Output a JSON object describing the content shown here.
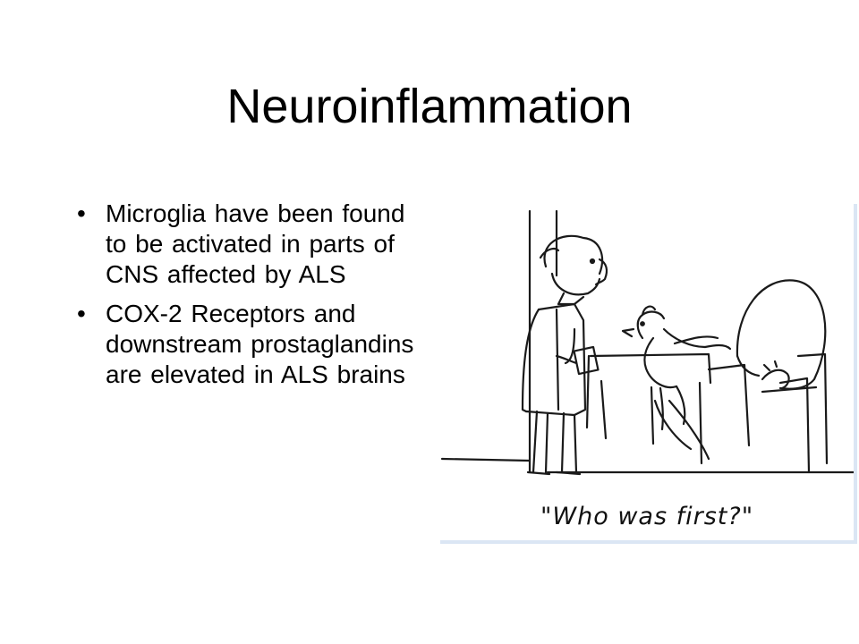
{
  "slide": {
    "title": "Neuroinflammation",
    "bullets": [
      {
        "text": "Microglia have been found to be activated in parts of CNS affected by ALS"
      },
      {
        "text": "COX-2 Receptors and downstream prostaglandins are elevated in ALS brains"
      }
    ],
    "bullet_symbol": "•",
    "cartoon": {
      "caption": "\"Who was first?\"",
      "icon": "cartoon-doctor-chicken-egg",
      "frame_color": "#dbe6f4"
    }
  }
}
